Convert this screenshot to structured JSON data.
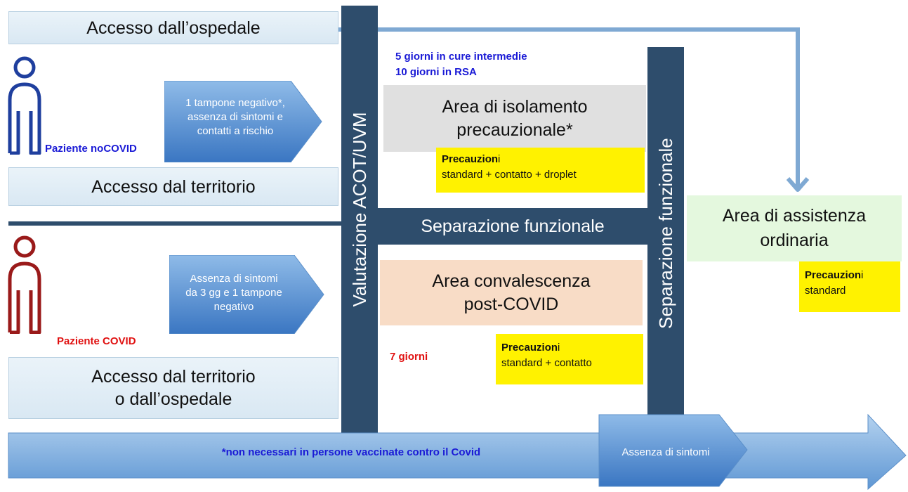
{
  "colors": {
    "dark_blue": "#2e4d6c",
    "noncovid_blue": "#1f3f9e",
    "covid_red": "#9a1a1a",
    "label_blue": "#1a1ad6",
    "label_red": "#e01010",
    "note_yellow": "#fff200",
    "isolation_grey": "#e0e0e0",
    "convalescence_peach": "#f8dcc6",
    "ordinary_green": "#e4f8de"
  },
  "access_hospital": "Accesso dall’ospedale",
  "access_territory": "Accesso dal territorio",
  "access_territory_or_hospital_1": "Accesso dal territorio",
  "access_territory_or_hospital_2": "o dall’ospedale",
  "patient_noncovid": {
    "label": "Paziente noCOVID",
    "icon": "person-icon"
  },
  "patient_covid": {
    "label": "Paziente COVID",
    "icon": "person-icon"
  },
  "noncovid_condition": [
    "1 tampone negativo*,",
    "assenza di sintomi e",
    "contatti a rischio"
  ],
  "covid_condition": [
    "Assenza di sintomi",
    "da 3 gg e 1 tampone",
    "negativo"
  ],
  "evaluation_bar": "Valutazione ACOT/UVM",
  "separation_horizontal": "Separazione funzionale",
  "separation_vertical": "Separazione funzionale",
  "duration_isolation_1": "5 giorni in cure intermedie",
  "duration_isolation_2": "10 giorni in RSA",
  "isolation_area_1": "Area di isolamento",
  "isolation_area_2": "precauzionale*",
  "isolation_precautions_bold": "Precauzion",
  "isolation_precautions_rest": "i",
  "isolation_precautions_line2": "standard + contatto + droplet",
  "convalescence_area_1": "Area convalescenza",
  "convalescence_area_2": "post-COVID",
  "duration_convalescence": "7 giorni",
  "convalescence_precautions_bold": "Precauzion",
  "convalescence_precautions_rest": "i",
  "convalescence_precautions_line2": "standard + contatto",
  "ordinary_area_1": "Area di assistenza",
  "ordinary_area_2": "ordinaria",
  "ordinary_precautions_bold": "Precauzion",
  "ordinary_precautions_rest": "i",
  "ordinary_precautions_line2": "standard",
  "footnote": "*non necessari in persone vaccinate contro il Covid",
  "no_symptoms": "Assenza di sintomi"
}
